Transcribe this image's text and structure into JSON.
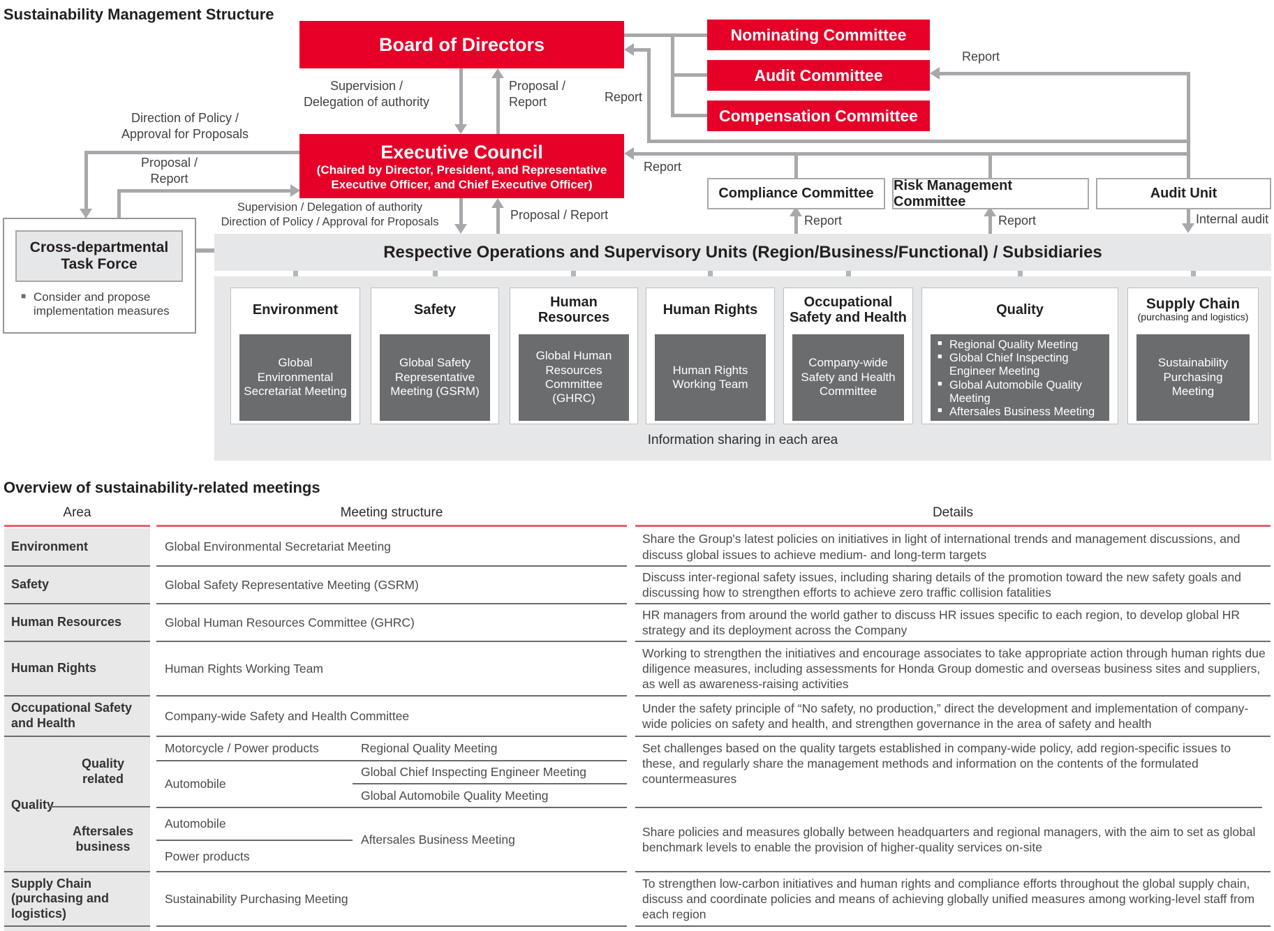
{
  "diagram": {
    "title": "Sustainability Management Structure",
    "board": "Board of Directors",
    "executive_council": {
      "title": "Executive Council",
      "subtitle": "(Chaired by Director, President, and Representative\nExecutive Officer, and Chief Executive Officer)"
    },
    "committees": {
      "nominating": "Nominating Committee",
      "audit": "Audit Committee",
      "compensation": "Compensation Committee"
    },
    "management": {
      "compliance": "Compliance Committee",
      "risk": "Risk Management Committee",
      "audit_unit": "Audit Unit"
    },
    "task_force": {
      "title": "Cross-departmental\nTask Force",
      "note": "Consider and propose implementation measures"
    },
    "operations_bar": "Respective Operations and Supervisory Units (Region/Business/Functional) / Subsidiaries",
    "info_sharing": "Information sharing in each area",
    "labels": {
      "supervision_delegation": "Supervision /\nDelegation of authority",
      "proposal_report_stacked": "Proposal /\nReport",
      "report": "Report",
      "direction_policy": "Direction of Policy /\nApproval for Proposals",
      "supervision_delegation_inline": "Supervision / Delegation of authority",
      "direction_policy_inline": "Direction of Policy / Approval for Proposals",
      "proposal_report_inline": "Proposal / Report",
      "internal_audit": "Internal audit"
    },
    "units": [
      {
        "title": "Environment",
        "body": "Global Environmental Secretariat Meeting"
      },
      {
        "title": "Safety",
        "body": "Global Safety Representative Meeting (GSRM)"
      },
      {
        "title": "Human\nResources",
        "body": "Global Human Resources Committee (GHRC)"
      },
      {
        "title": "Human Rights",
        "body": "Human Rights Working Team"
      },
      {
        "title": "Occupational\nSafety and Health",
        "body": "Company-wide Safety and Health Committee"
      },
      {
        "title": "Quality",
        "bullets": [
          "Regional Quality Meeting",
          "Global Chief Inspecting Engineer Meeting",
          "Global Automobile Quality Meeting",
          "Aftersales Business Meeting"
        ]
      },
      {
        "title": "Supply Chain",
        "subtitle": "(purchasing and logistics)",
        "body": "Sustainability Purchasing Meeting"
      }
    ]
  },
  "table": {
    "title": "Overview of sustainability-related meetings",
    "headers": {
      "area": "Area",
      "meeting": "Meeting structure",
      "details": "Details"
    },
    "rows": [
      {
        "area": "Environment",
        "meeting": "Global Environmental Secretariat Meeting",
        "details": "Share the Group's latest policies on initiatives in light of international trends and management discussions, and discuss global issues to achieve medium- and long-term targets"
      },
      {
        "area": "Safety",
        "meeting": "Global Safety Representative Meeting (GSRM)",
        "details": "Discuss inter-regional safety issues, including sharing details of the promotion toward the new safety goals and discussing how to strengthen efforts to achieve zero traffic collision fatalities"
      },
      {
        "area": "Human Resources",
        "meeting": "Global Human Resources Committee (GHRC)",
        "details": "HR managers from around the world gather to discuss HR issues specific to each region, to develop global HR strategy and its deployment across the Company"
      },
      {
        "area": "Human Rights",
        "meeting": "Human Rights Working Team",
        "details": "Working to strengthen the initiatives and encourage associates to take appropriate action through human rights due diligence measures, including assessments for Honda Group domestic and overseas business sites and suppliers, as well as awareness-raising activities"
      },
      {
        "area": "Occupational Safety\nand Health",
        "meeting": "Company-wide Safety and Health Committee",
        "details": "Under the safety principle of “No safety, no production,” direct the development and implementation of company-wide policies on safety and health, and strengthen governance in the area of safety and health"
      },
      {
        "area": "Supply Chain\n(purchasing and\nlogistics)",
        "meeting": "Sustainability Purchasing Meeting",
        "details": "To strengthen low-carbon initiatives and human rights and compliance efforts throughout the global supply chain, discuss and coordinate policies and means of achieving globally unified measures among working-level staff from each region"
      }
    ],
    "quality": {
      "area": "Quality",
      "related": {
        "label": "Quality\nrelated",
        "cat1": "Motorcycle / Power products",
        "meet1": "Regional Quality Meeting",
        "cat2": "Automobile",
        "meet2a": "Global Chief Inspecting Engineer Meeting",
        "meet2b": "Global Automobile Quality Meeting",
        "details": "Set challenges based on the quality targets established in company-wide policy, add region-specific issues to these, and regularly share the management methods and information on the contents of the formulated countermeasures"
      },
      "aftersales": {
        "label": "Aftersales\nbusiness",
        "cat1": "Automobile",
        "cat2": "Power products",
        "meeting": "Aftersales Business Meeting",
        "details": "Share policies and measures globally between headquarters and regional managers, with the aim to set as global benchmark levels to enable the provision of higher-quality services on-site"
      }
    }
  }
}
